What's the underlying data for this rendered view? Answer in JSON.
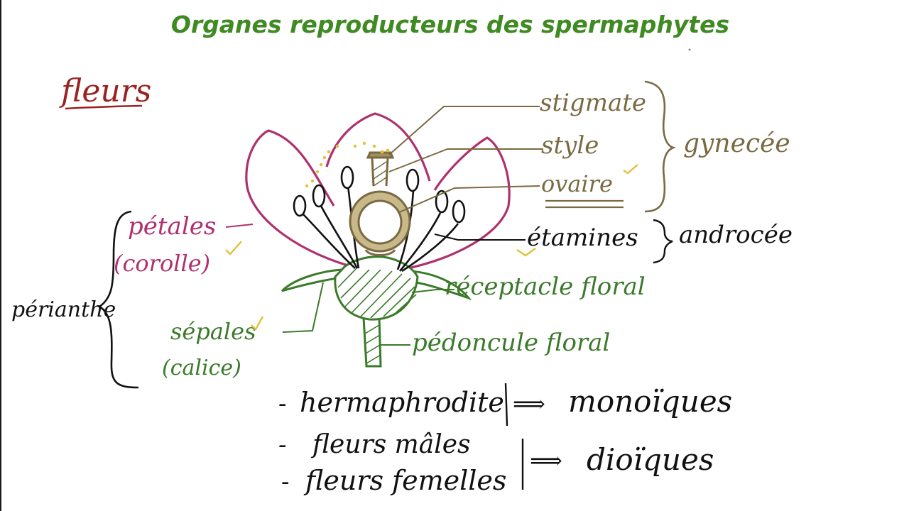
{
  "title": "Organes reproducteurs des spermaphytes",
  "heading": "fleurs",
  "colors": {
    "title": "#3f8a22",
    "heading": "#9a2222",
    "petal": "#b0306e",
    "pistil": "#7a6a42",
    "stamen": "#111111",
    "sepal": "#3a7a2a",
    "pollen": "#e0c23a",
    "ink": "#111111",
    "check": "#e0c23a"
  },
  "labels": {
    "stigmate": "stigmate",
    "style": "style",
    "ovaire": "ovaire",
    "gynecee": "gynecée",
    "etamines": "étamines",
    "androcee": "androcée",
    "receptacle": "réceptacle floral",
    "pedoncule": "pédoncule floral",
    "petales": "pétales",
    "corolle": "(corolle)",
    "sepales": "sépales",
    "calice": "(calice)",
    "perianthe": "périanthe"
  },
  "notes": {
    "hermaphrodite": "hermaphrodite",
    "monoiques": "monoïques",
    "fleurs_males": "fleurs mâles",
    "fleurs_femelles": "fleurs femelles",
    "dioiques": "dioïques",
    "arrow": "⟹"
  }
}
